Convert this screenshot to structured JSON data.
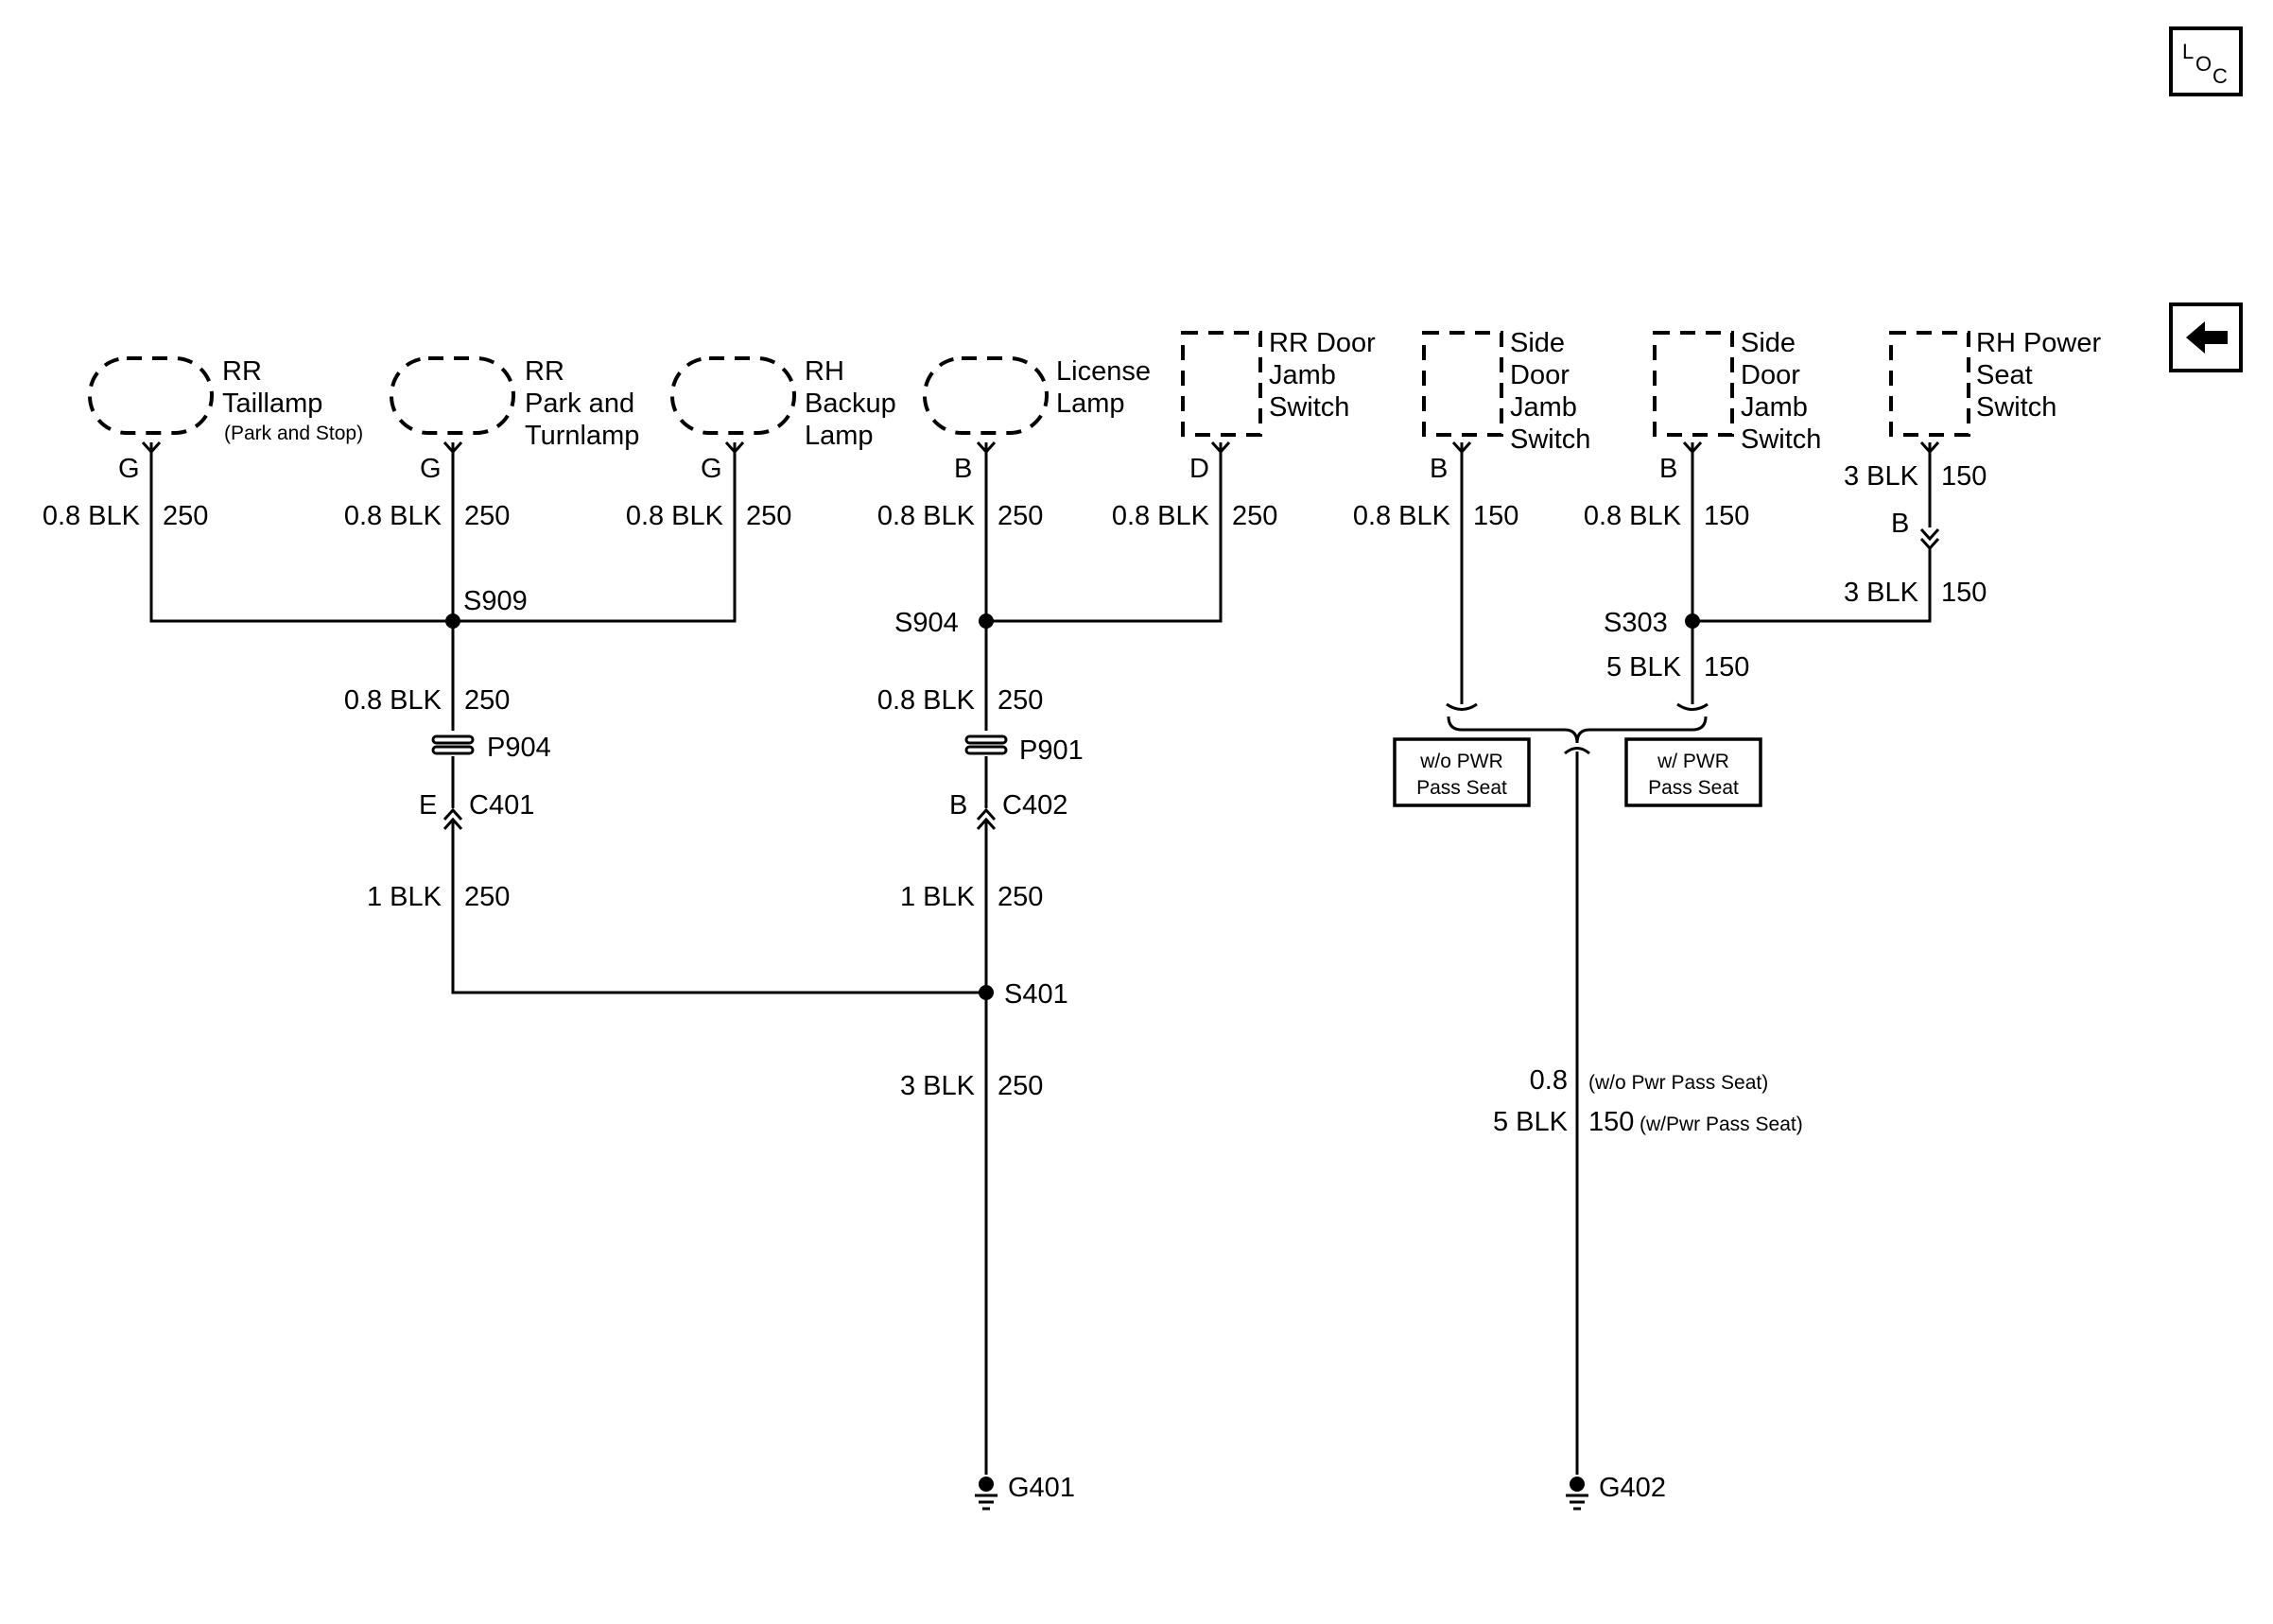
{
  "loc_icon": {
    "letters": [
      "L",
      "O",
      "C"
    ]
  },
  "nav_icon": "back-arrow-icon",
  "components": [
    {
      "id": "rr-taillamp",
      "lines": [
        "RR",
        "Taillamp"
      ],
      "note": "(Park and Stop)",
      "pin": "G",
      "gauge": "0.8 BLK",
      "circuit": "250"
    },
    {
      "id": "rr-park-turnlamp",
      "lines": [
        "RR",
        "Park and",
        "Turnlamp"
      ],
      "pin": "G",
      "gauge": "0.8 BLK",
      "circuit": "250"
    },
    {
      "id": "rh-backup-lamp",
      "lines": [
        "RH",
        "Backup",
        "Lamp"
      ],
      "pin": "G",
      "gauge": "0.8 BLK",
      "circuit": "250"
    },
    {
      "id": "license-lamp",
      "lines": [
        "License",
        "Lamp"
      ],
      "pin": "B",
      "gauge": "0.8 BLK",
      "circuit": "250"
    },
    {
      "id": "rr-door-jamb-switch",
      "lines": [
        "RR Door",
        "Jamb",
        "Switch"
      ],
      "pin": "D",
      "gauge": "0.8 BLK",
      "circuit": "250"
    },
    {
      "id": "side-door-jamb-switch-1",
      "lines": [
        "Side",
        "Door",
        "Jamb",
        "Switch"
      ],
      "pin": "B",
      "gauge": "0.8 BLK",
      "circuit": "150"
    },
    {
      "id": "side-door-jamb-switch-2",
      "lines": [
        "Side",
        "Door",
        "Jamb",
        "Switch"
      ],
      "pin": "B",
      "gauge": "0.8 BLK",
      "circuit": "150"
    },
    {
      "id": "rh-power-seat-switch",
      "lines": [
        "RH Power",
        "Seat",
        "Switch"
      ],
      "pin": "",
      "gauge": "3 BLK",
      "circuit": "150"
    }
  ],
  "splices": {
    "s909": "S909",
    "s904": "S904",
    "s401": "S401",
    "s303": "S303"
  },
  "pass_through": {
    "p904": "P904",
    "p901": "P901"
  },
  "connectors": {
    "c401": {
      "name": "C401",
      "pin": "E"
    },
    "c402": {
      "name": "C402",
      "pin": "B"
    },
    "seat": {
      "pin": "B"
    }
  },
  "wires": {
    "s909_down": {
      "gauge": "0.8 BLK",
      "circuit": "250"
    },
    "s904_down": {
      "gauge": "0.8 BLK",
      "circuit": "250"
    },
    "c401_down": {
      "gauge": "1 BLK",
      "circuit": "250"
    },
    "c402_down": {
      "gauge": "1 BLK",
      "circuit": "250"
    },
    "s401_down": {
      "gauge": "3 BLK",
      "circuit": "250"
    },
    "seat_to_s303": {
      "gauge": "3 BLK",
      "circuit": "150"
    },
    "s303_down": {
      "gauge": "5 BLK",
      "circuit": "150"
    },
    "g402_a": {
      "gauge": "0.8",
      "note": "(w/o Pwr Pass Seat)"
    },
    "g402_b": {
      "gauge": "5 BLK",
      "circuit": "150",
      "note": "(w/Pwr Pass Seat)"
    }
  },
  "options": {
    "without": [
      "w/o PWR",
      "Pass Seat"
    ],
    "with": [
      "w/ PWR",
      "Pass Seat"
    ]
  },
  "grounds": {
    "g401": "G401",
    "g402": "G402"
  }
}
